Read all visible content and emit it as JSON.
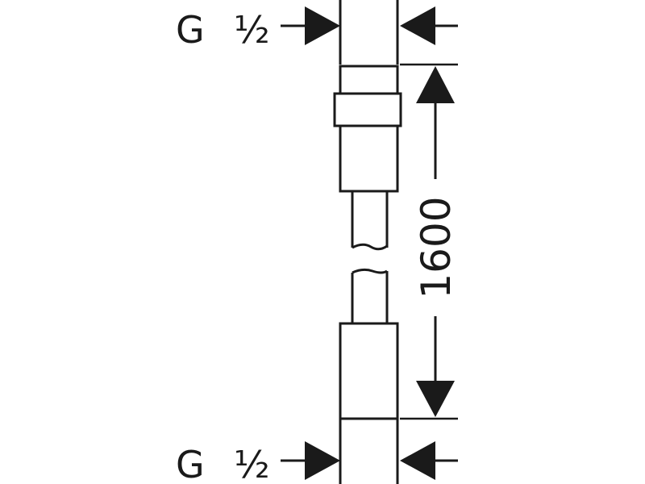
{
  "top_connection": {
    "thread": "G",
    "size": "½"
  },
  "bottom_connection": {
    "thread": "G",
    "size": "½"
  },
  "length_dimension": {
    "value": "1600"
  },
  "colors": {
    "line": "#1a1a1a",
    "background": "#ffffff"
  }
}
